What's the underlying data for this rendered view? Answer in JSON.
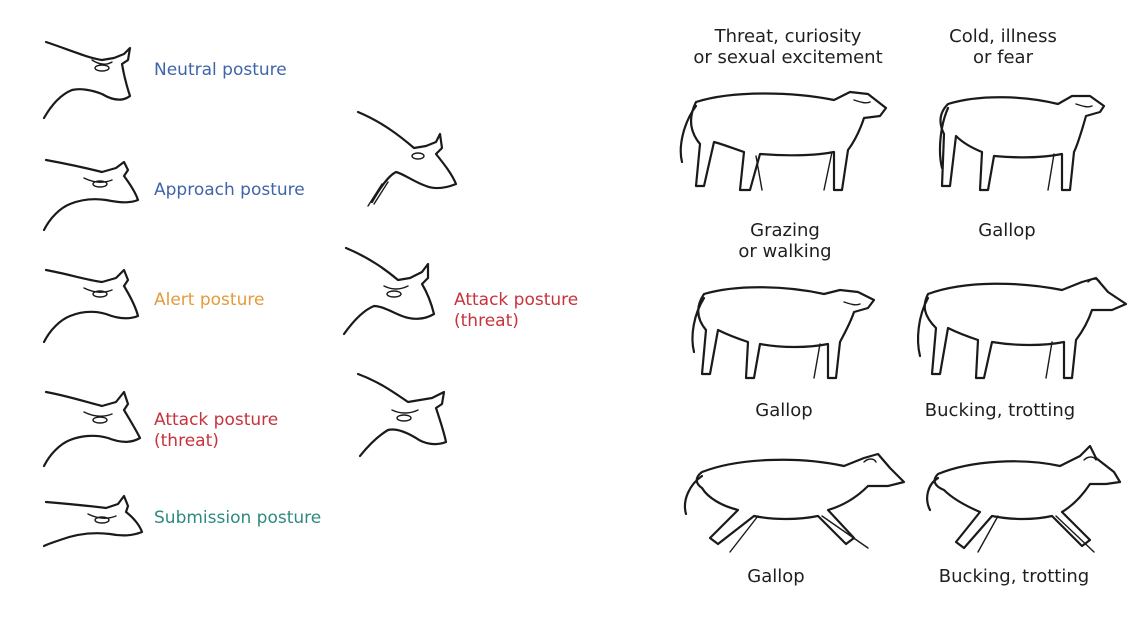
{
  "colors": {
    "neutral": "#3f64a8",
    "approach": "#3f64a8",
    "alert": "#e39b3c",
    "attack": "#c8323c",
    "submission": "#2e8a7e",
    "caption": "#1f1f1f"
  },
  "head_postures": {
    "neutral": "Neutral posture",
    "approach": "Approach posture",
    "alert": "Alert posture",
    "attack_right": "Attack posture\n(threat)",
    "attack_left": "Attack posture\n(threat)",
    "submission": "Submission posture"
  },
  "body_postures": {
    "top_left": "Threat, curiosity\nor sexual excitement",
    "top_right": "Cold, illness\nor fear",
    "mid_left_top": "Grazing\nor walking",
    "mid_right_top": "Gallop",
    "mid_left_bottom": "Gallop",
    "mid_right_bottom": "Bucking, trotting",
    "bottom_left": "Gallop",
    "bottom_right": "Bucking, trotting"
  }
}
